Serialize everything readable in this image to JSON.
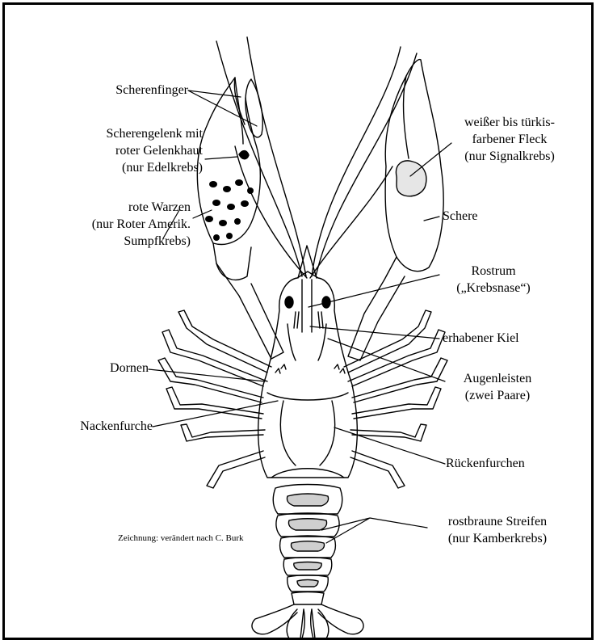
{
  "labels": {
    "scherenfinger": "Scherenfinger",
    "scherengelenk_1": "Scherengelenk mit",
    "scherengelenk_2": "roter Gelenkhaut",
    "scherengelenk_3": "(nur Edelkrebs)",
    "warzen_1": "rote Warzen",
    "warzen_2": "(nur Roter Amerik.",
    "warzen_3": "Sumpfkrebs)",
    "fleck_1": "weißer bis türkis-",
    "fleck_2": "farbener Fleck",
    "fleck_3": "(nur Signalkrebs)",
    "schere": "Schere",
    "rostrum_1": "Rostrum",
    "rostrum_2": "(„Krebsnase“)",
    "kiel": "erhabener Kiel",
    "dornen": "Dornen",
    "augenleisten_1": "Augenleisten",
    "augenleisten_2": "(zwei Paare)",
    "nackenfurche": "Nackenfurche",
    "rueckenfurchen": "Rückenfurchen",
    "streifen_1": "rostbraune Streifen",
    "streifen_2": "(nur Kamberkrebs)"
  },
  "credit": "Zeichnung: verändert nach C. Burk"
}
